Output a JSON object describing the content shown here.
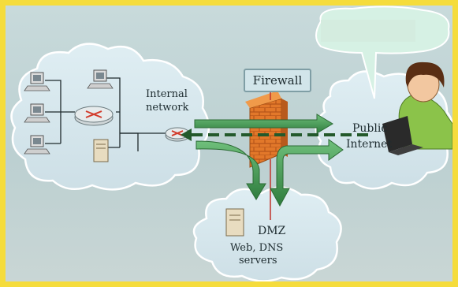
{
  "labels": {
    "internal_network_line1": "Internal",
    "internal_network_line2": "network",
    "firewall": "Firewall",
    "public_internet_line1": "Public",
    "public_internet_line2": "Internet",
    "dmz": "DMZ",
    "servers_line1": "Web, DNS",
    "servers_line2": "servers"
  },
  "colors": {
    "background_border": "#f5dc3c",
    "cloud_fill": "#d6e5ea",
    "arrow_green": "#3f8f4e",
    "dashed_arrow": "#27602f",
    "firewall_brick": "#e07a2c",
    "firewall_box": "#d2e5ea",
    "speech_bubble": "#d6f1e4"
  }
}
